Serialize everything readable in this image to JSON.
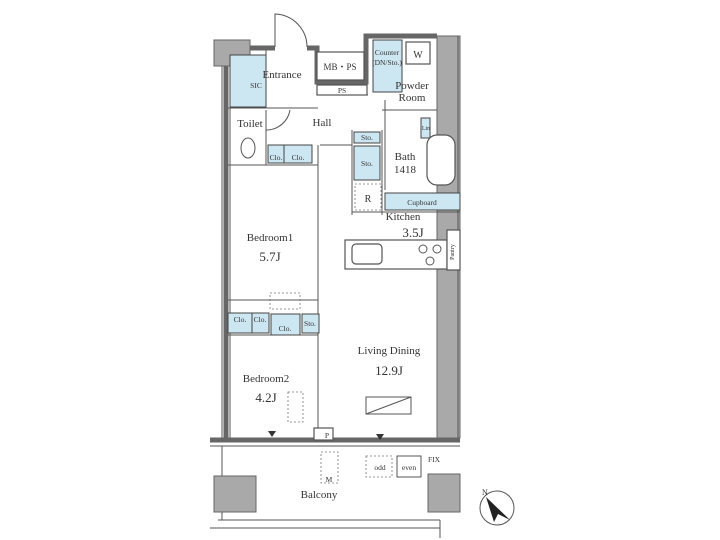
{
  "plan": {
    "rooms": {
      "entrance": "Entrance",
      "mb_ps": "MB・PS",
      "ps": "PS",
      "counter": "Counter",
      "counter_sub": "(DN/Sto.)",
      "washer": "W",
      "powder_room_1": "Powder",
      "powder_room_2": "Room",
      "sic": "SIC",
      "toilet": "Toilet",
      "hall": "Hall",
      "lin": "Lin",
      "sto_small": "Sto.",
      "sto": "Sto.",
      "bath": "Bath",
      "bath_size": "1418",
      "clo1": "Clo.",
      "clo2": "Clo.",
      "refrigerator": "R",
      "cupboard": "Cupboard",
      "kitchen": "Kitchen",
      "kitchen_size": "3.5J",
      "pantry": "Pantry",
      "bedroom1": "Bedroom1",
      "bedroom1_size": "5.7J",
      "clo3": "Clo.",
      "clo4": "Clo.",
      "clo5": "Clo.",
      "sto3": "Sto.",
      "living_dining": "Living Dining",
      "living_dining_size": "12.9J",
      "bedroom2": "Bedroom2",
      "bedroom2_size": "4.2J",
      "pipe": "P",
      "odd": "odd",
      "even": "even",
      "fix": "FIX",
      "meter": "M",
      "balcony": "Balcony"
    },
    "north_label": "N",
    "colors": {
      "storage": "#cde7f2",
      "column": "#a9a9a9",
      "wall": "#555555"
    }
  }
}
